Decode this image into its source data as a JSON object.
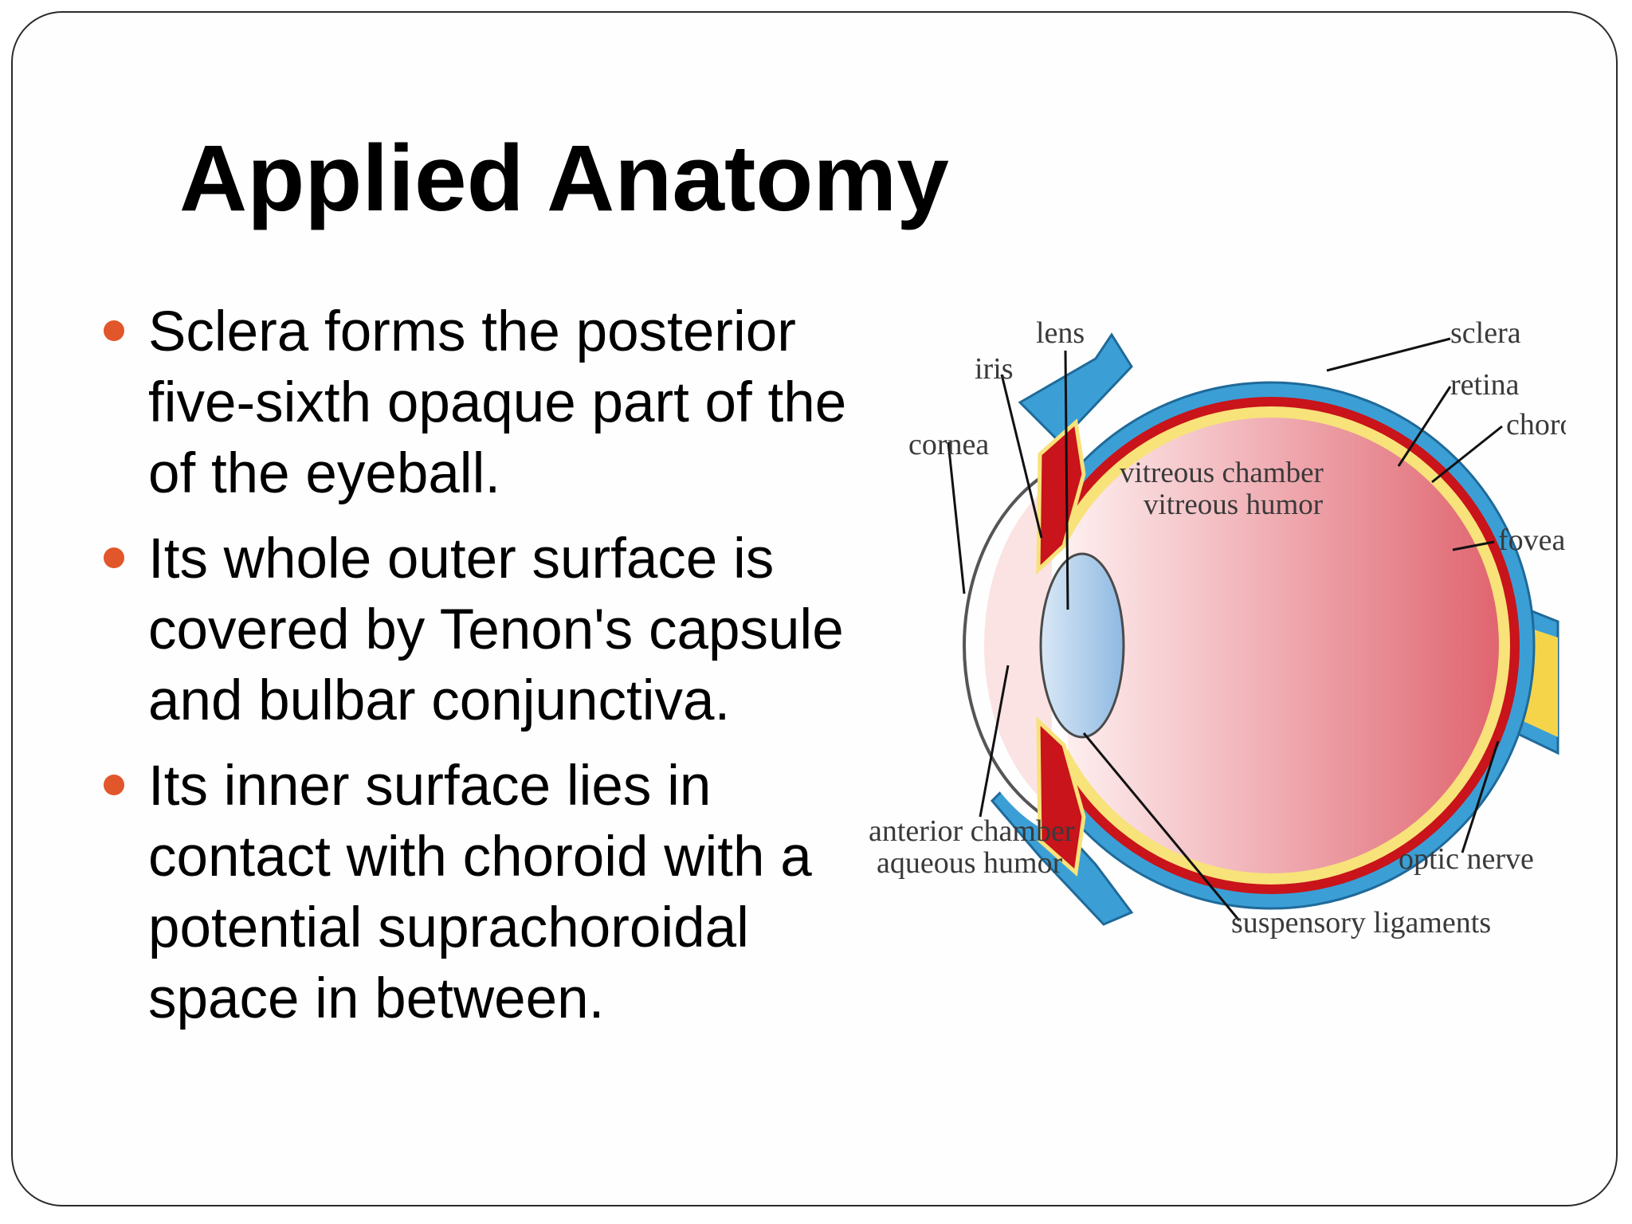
{
  "slide": {
    "title": "Applied Anatomy",
    "bullets": [
      "Sclera forms the posterior five-sixth opaque part of the of the eyeball.",
      "Its whole outer surface is covered by Tenon's capsule and bulbar conjunctiva.",
      "Its inner surface lies in contact with choroid with a potential suprachoroidal space in between."
    ],
    "bullet_color": "#e1562a"
  },
  "diagram": {
    "labels": {
      "lens": "lens",
      "iris": "iris",
      "cornea": "cornea",
      "sclera": "sclera",
      "retina": "retina",
      "choroid": "choroid",
      "vitreous_chamber": "vitreous chamber",
      "vitreous_humor": "vitreous humor",
      "fovea": "fovea",
      "anterior_chamber": "anterior chamber",
      "aqueous_humor": "aqueous humor",
      "optic_nerve": "optic nerve",
      "suspensory_ligaments": "suspensory ligaments"
    },
    "colors": {
      "sclera": "#3b9fd6",
      "choroid": "#c8141a",
      "retina": "#f8e27a",
      "vitreous": "#e8828a",
      "lens": "#a9cbea",
      "optic_nerve": "#f6d44a"
    }
  }
}
